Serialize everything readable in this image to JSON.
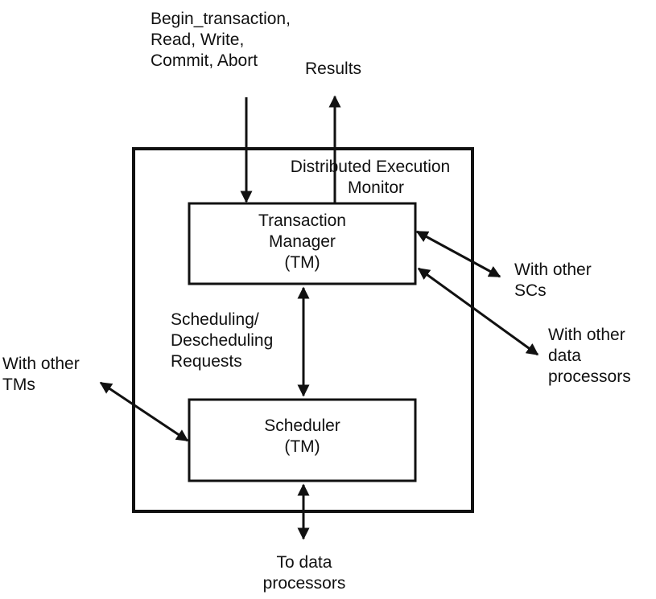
{
  "inputs": {
    "lines": [
      "Begin_transaction,",
      "Read, Write,",
      "Commit, Abort"
    ]
  },
  "results": {
    "label": "Results"
  },
  "monitor": {
    "lines": [
      "Distributed Execution",
      "Monitor"
    ]
  },
  "tm_box": {
    "lines": [
      "Transaction",
      "Manager",
      "(TM)"
    ]
  },
  "scheduling": {
    "lines": [
      "Scheduling/",
      "Descheduling",
      "Requests"
    ]
  },
  "scheduler_box": {
    "lines": [
      "Scheduler",
      "(TM)"
    ]
  },
  "other_scs": {
    "lines": [
      "With other",
      "SCs"
    ]
  },
  "other_dps": {
    "lines": [
      "With other",
      "data",
      "processors"
    ]
  },
  "other_tms": {
    "lines": [
      "With other",
      "TMs"
    ]
  },
  "to_dps": {
    "lines": [
      "To data",
      "processors"
    ]
  },
  "colors": {
    "stroke": "#111111",
    "background": "#ffffff"
  }
}
